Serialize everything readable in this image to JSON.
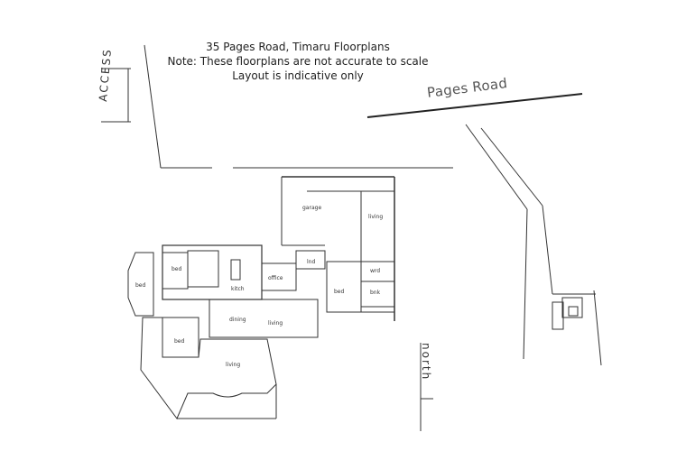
{
  "header": {
    "title": "35 Pages Road, Timaru Floorplans",
    "note_line1": "Note: These floorplans are not accurate to scale",
    "note_line2": "Layout is indicative only"
  },
  "site": {
    "road_name": "Pages Road",
    "access_label": "ACCESS",
    "north_label": "north"
  },
  "rooms": {
    "garage": "garage",
    "living_top": "living",
    "lnd": "lnd",
    "wrd": "wrd",
    "bed_right": "bed",
    "bnk": "bnk",
    "office": "office",
    "kitch": "kitch",
    "bed_upper": "bed",
    "bed_left": "bed",
    "dining": "dining",
    "living_mid": "living",
    "bed_lower": "bed",
    "living_bottom": "living"
  },
  "colors": {
    "line": "#333333",
    "road": "#222222",
    "text": "#333333"
  }
}
